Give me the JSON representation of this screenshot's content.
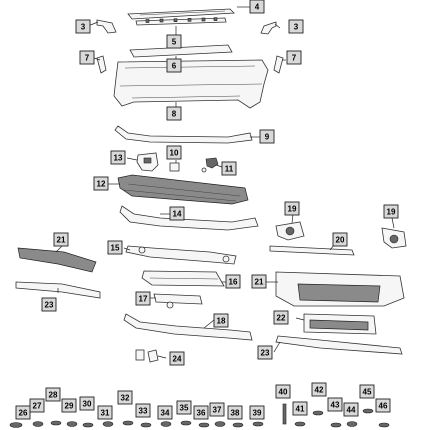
{
  "callouts": [
    {
      "label": "4"
    },
    {
      "label": "3"
    },
    {
      "label": "3"
    },
    {
      "label": "5"
    },
    {
      "label": "7"
    },
    {
      "label": "6"
    },
    {
      "label": "7"
    },
    {
      "label": "8"
    },
    {
      "label": "9"
    },
    {
      "label": "10"
    },
    {
      "label": "13"
    },
    {
      "label": "11"
    },
    {
      "label": "12"
    },
    {
      "label": "14"
    },
    {
      "label": "19"
    },
    {
      "label": "19"
    },
    {
      "label": "21"
    },
    {
      "label": "20"
    },
    {
      "label": "15"
    },
    {
      "label": "16"
    },
    {
      "label": "21"
    },
    {
      "label": "17"
    },
    {
      "label": "23"
    },
    {
      "label": "18"
    },
    {
      "label": "22"
    },
    {
      "label": "24"
    },
    {
      "label": "23"
    },
    {
      "label": "26"
    },
    {
      "label": "27"
    },
    {
      "label": "28"
    },
    {
      "label": "29"
    },
    {
      "label": "30"
    },
    {
      "label": "31"
    },
    {
      "label": "32"
    },
    {
      "label": "33"
    },
    {
      "label": "34"
    },
    {
      "label": "35"
    },
    {
      "label": "36"
    },
    {
      "label": "37"
    },
    {
      "label": "38"
    },
    {
      "label": "39"
    },
    {
      "label": "40"
    },
    {
      "label": "41"
    },
    {
      "label": "42"
    },
    {
      "label": "43"
    },
    {
      "label": "44"
    },
    {
      "label": "45"
    },
    {
      "label": "46"
    }
  ]
}
